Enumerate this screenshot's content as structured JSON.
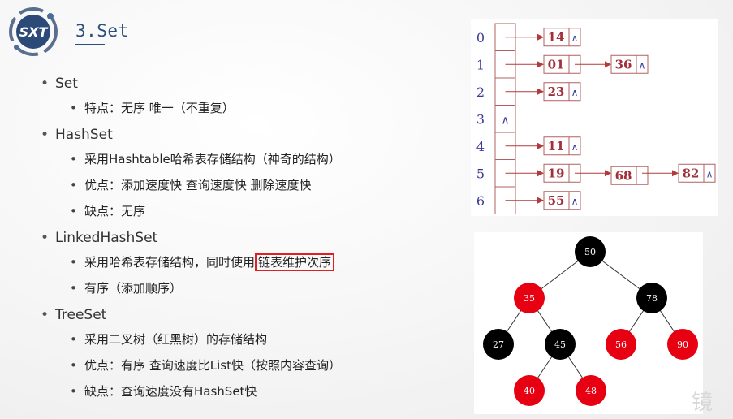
{
  "title": "3.Set",
  "logo_text": "SXT",
  "sections": [
    {
      "label": "Set",
      "items": [
        "特点：无序 唯一（不重复）"
      ]
    },
    {
      "label": "HashSet",
      "items": [
        "采用Hashtable哈希表存储结构（神奇的结构）",
        "优点：添加速度快 查询速度快 删除速度快",
        "缺点：无序"
      ]
    },
    {
      "label": "LinkedHashSet",
      "items": [
        {
          "before": "采用哈希表存储结构，同时使用",
          "highlight": "链表维护次序"
        },
        "有序（添加顺序）"
      ]
    },
    {
      "label": "TreeSet",
      "items": [
        "采用二叉树（红黑树）的存储结构",
        "优点：有序 查询速度比List快（按照内容查询）",
        "缺点：查询速度没有HashSet快"
      ]
    }
  ],
  "hash_table": {
    "indices": [
      "0",
      "1",
      "2",
      "3",
      "4",
      "5",
      "6"
    ],
    "null_symbol": "∧",
    "chains": [
      [
        "14"
      ],
      [
        "01",
        "36"
      ],
      [
        "23"
      ],
      [],
      [
        "11"
      ],
      [
        "19",
        "68",
        "82"
      ],
      [
        "55"
      ]
    ],
    "colors": {
      "index": "#3b3b9a",
      "value": "#a0303a",
      "border": "#b06060",
      "arrow": "#b33a3a"
    }
  },
  "tree": {
    "nodes": [
      {
        "v": "50",
        "c": "black"
      },
      {
        "v": "35",
        "c": "red"
      },
      {
        "v": "78",
        "c": "black"
      },
      {
        "v": "27",
        "c": "black"
      },
      {
        "v": "45",
        "c": "black"
      },
      {
        "v": "56",
        "c": "red"
      },
      {
        "v": "90",
        "c": "red"
      },
      {
        "v": "40",
        "c": "red"
      },
      {
        "v": "48",
        "c": "red"
      }
    ],
    "colors": {
      "red": "#e60012",
      "black": "#000000"
    }
  },
  "watermark": "镜"
}
